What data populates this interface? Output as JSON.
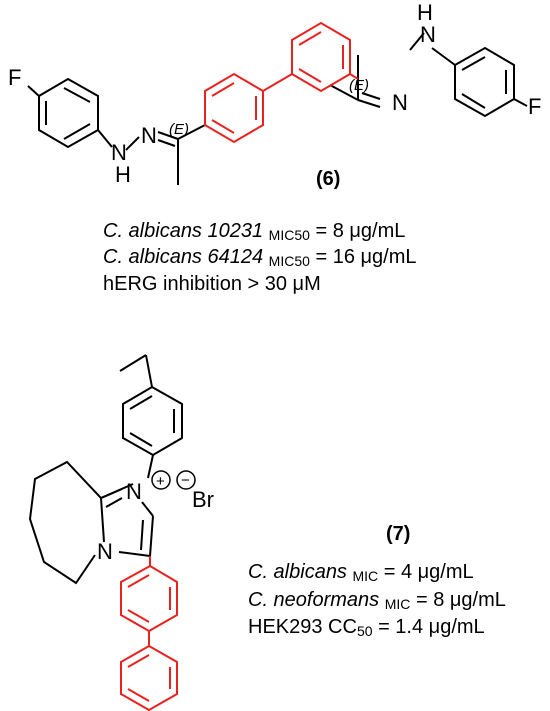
{
  "compound6": {
    "label": "(6)",
    "atoms": {
      "f_left": "F",
      "f_right": "F",
      "n1": "N",
      "n2": "N",
      "n3": "N",
      "n4": "N",
      "h_left": "H",
      "h_right": "H",
      "e_left": "(E)",
      "e_right": "(E)"
    },
    "activity": [
      {
        "organism": "C. albicans 10231",
        "sub": "MIC50",
        "value": " = 8 μg/mL"
      },
      {
        "organism": "C. albicans 64124",
        "sub": "MIC50",
        "value": " = 16 μg/mL"
      },
      {
        "text": "hERG inhibition > 30 μM"
      }
    ]
  },
  "compound7": {
    "label": "(7)",
    "atoms": {
      "n_plus": "N",
      "n_ring": "N",
      "plus": "+",
      "minus": "−",
      "br": "Br"
    },
    "activity": [
      {
        "organism": "C. albicans",
        "sub": "MIC",
        "value": " = 4 μg/mL"
      },
      {
        "organism": "C. neoformans",
        "sub": "MIC",
        "value": " = 8 μg/mL"
      },
      {
        "prefix": "HEK293 CC",
        "sub": "50",
        "value": " = 1.4 μg/mL"
      }
    ]
  },
  "colors": {
    "bond": "#000000",
    "highlight": "#e8231f"
  }
}
